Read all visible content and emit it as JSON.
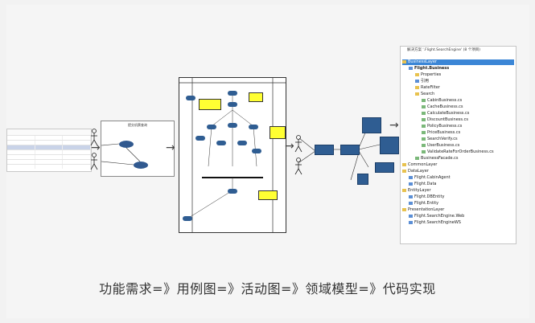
{
  "caption": "功能需求=》用例图=》活动图=》领域模型=》代码实现",
  "use_case_title": "提交机票查询",
  "solution": {
    "title": "解决方案 '.Flight.SearchEngine' (8 个项目)",
    "items": [
      "BusinessLayer",
      "Flight.Business",
      "Properties",
      "引用",
      "RateFilter",
      "Search",
      "CabinBusiness.cs",
      "CacheBusiness.cs",
      "CalculateBusiness.cs",
      "DiscountBusiness.cs",
      "PolicyBusiness.cs",
      "PriceBusiness.cs",
      "SearchVerify.cs",
      "UserBusiness.cs",
      "ValidateRateForOrderBusiness.cs",
      "BusinessFacade.cs",
      "CommonLayer",
      "DataLayer",
      "Flight.CabinAgent",
      "Flight.Data",
      "EntityLayer",
      "Flight.DBEntity",
      "Flight.Entity",
      "PresentationLayer",
      "Flight.SearchEngine.Web",
      "Flight.SearchEngineWS"
    ]
  }
}
